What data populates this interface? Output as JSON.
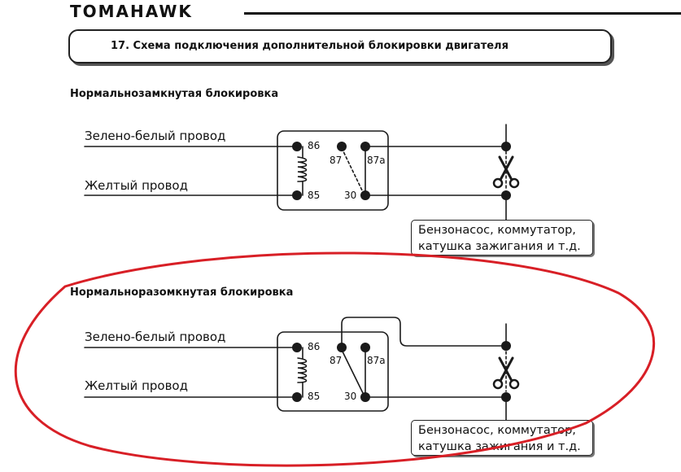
{
  "header": {
    "brand": "TOMAHAWK",
    "section_title": "17. Схема подключения дополнительной блокировки двигателя"
  },
  "diagrams": [
    {
      "heading": "Нормальнозамкнутая блокировка",
      "wire_top": "Зелено-белый провод",
      "wire_bottom": "Желтый провод",
      "pins": {
        "p86": "86",
        "p85": "85",
        "p87": "87",
        "p87a": "87a",
        "p30": "30"
      },
      "load_line1": "Бензонасос, коммутатор,",
      "load_line2": "катушка зажигания и т.д."
    },
    {
      "heading": "Нормальноразомкнутая блокировка",
      "wire_top": "Зелено-белый провод",
      "wire_bottom": "Желтый провод",
      "pins": {
        "p86": "86",
        "p85": "85",
        "p87": "87",
        "p87a": "87a",
        "p30": "30"
      },
      "load_line1": "Бензонасос, коммутатор,",
      "load_line2": "катушка зажигания и т.д."
    }
  ],
  "colors": {
    "line": "#1a1a1a",
    "highlight_ellipse": "#d81f26"
  },
  "icons": [
    "scissors-icon",
    "relay-coil-icon"
  ]
}
